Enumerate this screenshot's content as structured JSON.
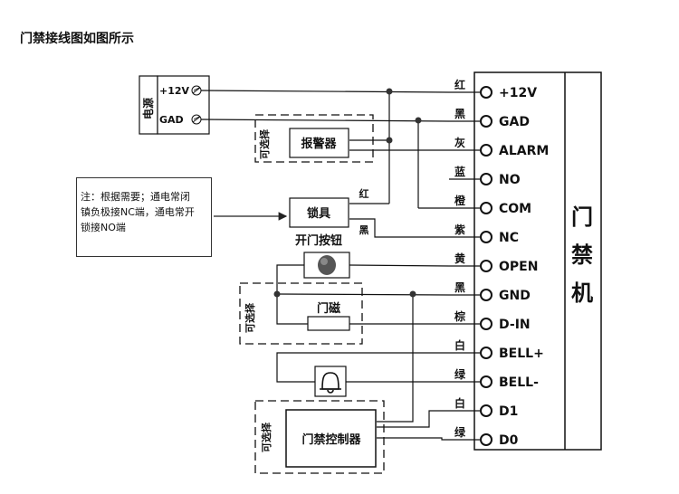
{
  "page_title": "门禁接线图如图所示",
  "power": {
    "label": "电源",
    "terminals": [
      "+12V",
      "GAD"
    ]
  },
  "controller_label": "门禁机",
  "terminals": [
    "+12V",
    "GAD",
    "ALARM",
    "NO",
    "COM",
    "NC",
    "OPEN",
    "GND",
    "D-IN",
    "BELL+",
    "BELL-",
    "D1",
    "D0"
  ],
  "wire_colors": [
    "红",
    "黑",
    "灰",
    "蓝",
    "橙",
    "紫",
    "黄",
    "黑",
    "棕",
    "白",
    "绿",
    "白",
    "绿"
  ],
  "components": {
    "alarm": "报警器",
    "lock": "锁具",
    "exit_button": "开门按钮",
    "door_sensor": "门磁",
    "access_controller": "门禁控制器"
  },
  "lock_wire_labels": {
    "red": "红",
    "black": "黑"
  },
  "optional_label": "可选择",
  "note": {
    "lines": [
      "注：根据需要；通电常闭",
      "镇负极接NC端，通电常开",
      "锁接NO端"
    ]
  }
}
